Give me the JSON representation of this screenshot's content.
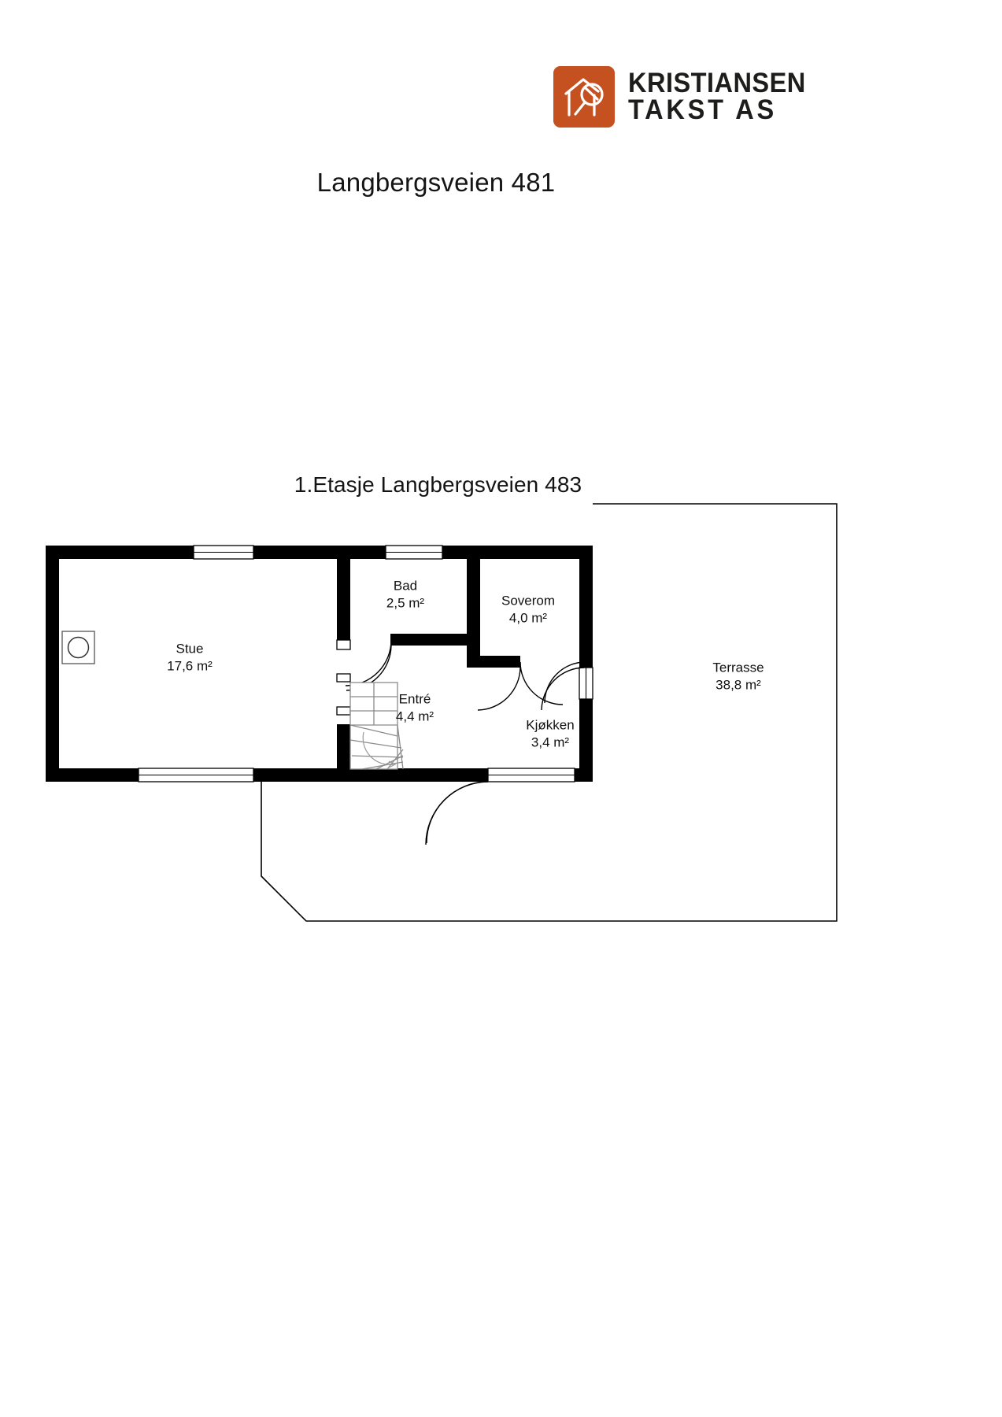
{
  "brand": {
    "accent_color": "#c4511f",
    "logo_icon": "house-magnifier-icon",
    "wordmark_line1": "KRISTIANSEN",
    "wordmark_line2": "TAKST AS"
  },
  "header": {
    "title": "Langbergsveien 481"
  },
  "plan": {
    "title": "1.Etasje Langbergsveien 483",
    "rooms": [
      {
        "name": "Stue",
        "area": "17,6 m²"
      },
      {
        "name": "Bad",
        "area": "2,5 m²"
      },
      {
        "name": "Soverom",
        "area": "4,0 m²"
      },
      {
        "name": "Entré",
        "area": "4,4 m²"
      },
      {
        "name": "Kjøkken",
        "area": "3,4 m²"
      },
      {
        "name": "Terrasse",
        "area": "38,8 m²"
      }
    ],
    "features": {
      "stair_label": "staircase-with-winders",
      "fixture_label": "wood-stove",
      "wall_color": "#000000",
      "outline_color": "#000000"
    }
  }
}
